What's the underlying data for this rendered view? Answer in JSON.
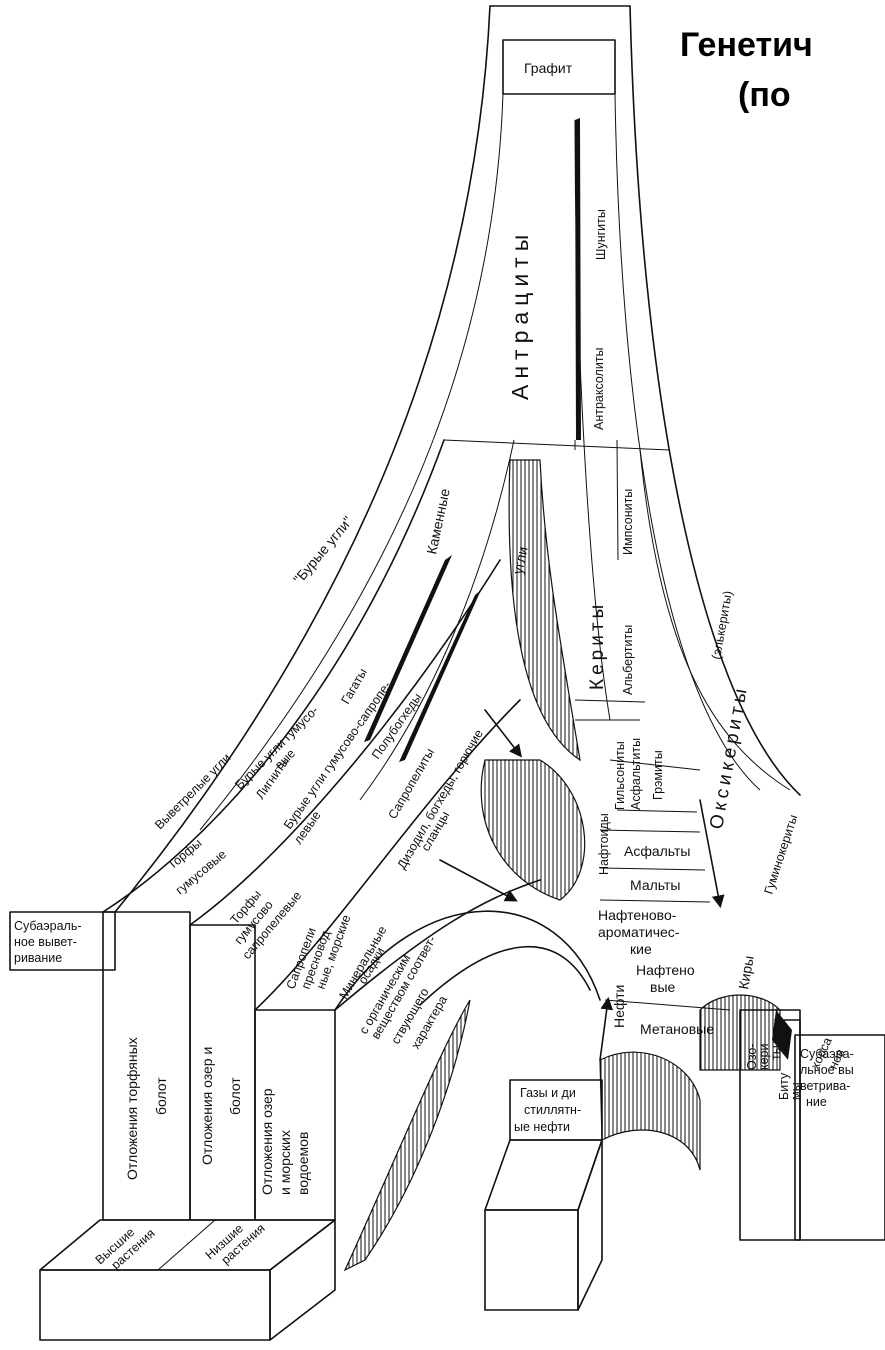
{
  "title": {
    "line1": "Генетич",
    "line2": "(по"
  },
  "labels": {
    "graphite": "Графит",
    "anthracites": "Антрациты",
    "shungites": "Шунгиты",
    "anthraxolites": "Антраксолиты",
    "stone_coals": "Каменные",
    "stone_coals_2": "угли",
    "brown_coals": "\"Бурые угли\"",
    "weathered_coals": "Выветрелые угли",
    "brown_humus_coals": "Бурые угли гумусо-",
    "brown_humus_coals_2": "вые",
    "gagates": "Гагаты",
    "lignites": "Лигниты",
    "humus_sapropel_coals": "Бурые угли гумусово-сапропе-",
    "humus_sapropel_coals_2": "левые",
    "semiboghead": "Полубогхеды",
    "sapropelites": "Сапропелиты",
    "dysodils": "Дизодил, богхеды, горючие",
    "dysodils_2": "сланцы",
    "peats_humus": "Торфы",
    "peats_humus_2": "гумусовые",
    "peats_humus_sapropel": "Торфы",
    "peats_humus_sapropel_2": "гумусово",
    "peats_humus_sapropel_3": "сапропелевые",
    "sapropels": "Сапропели",
    "sapropels_2": "пресновод-",
    "sapropels_3": "ные, морские",
    "mineral_sediments": "Минеральные",
    "mineral_sediments_2": "осадки",
    "mineral_sediments_3": "с органическим",
    "mineral_sediments_4": "веществом соответ-",
    "mineral_sediments_5": "ствующего",
    "mineral_sediments_6": "характера",
    "subaerial_left": "Субаэраль-",
    "subaerial_left_2": "ное вывет-",
    "subaerial_left_3": "ривание",
    "peat_bog_deposits": "Отложения торфяных",
    "peat_bog_deposits_2": "болот",
    "lake_bog_deposits": "Отложения озер и",
    "lake_bog_deposits_2": "болот",
    "lake_sea_deposits": "Отложения озер",
    "lake_sea_deposits_2": "и морских",
    "lake_sea_deposits_3": "водоемов",
    "higher_plants": "Высшие",
    "higher_plants_2": "растения",
    "lower_plants": "Низшие",
    "lower_plants_2": "растения",
    "kerites": "Кериты",
    "impsonites": "Импсониты",
    "albertites": "Альбертиты",
    "oxykerites": "Оксикериты",
    "elkerites": "(элькериты)",
    "humino_kerites": "Гуминокериты",
    "gilsonites": "Гильсониты",
    "asphaltites": "Асфальтиты",
    "grahamites": "Грэмиты",
    "naphthoids": "Нафтоиды",
    "asphalts": "Асфальты",
    "maltas": "Мальты",
    "naphthene_aromatic": "Нафтеново-",
    "naphthene_aromatic_2": "ароматичес-",
    "naphthene_aromatic_3": "кие",
    "naphthene": "Нафтено",
    "naphthene_2": "вые",
    "oils": "Нефти",
    "methane": "Метановые",
    "kirs": "Киры",
    "ozokerites": "Озо-",
    "ozokerites_2": "кери",
    "ozokerites_3": "ты",
    "bitumens": "Биту",
    "bitumens_2": "мы",
    "bitumens_3": "хорса",
    "bitumens_4": "нов",
    "gases": "Газы и ди",
    "gases_2": "стиллятн-",
    "gases_3": "ые нефти",
    "subaerial_right": "Субаэра-",
    "subaerial_right_2": "льное вы",
    "subaerial_right_3": "ветрива-",
    "subaerial_right_4": "ние"
  }
}
